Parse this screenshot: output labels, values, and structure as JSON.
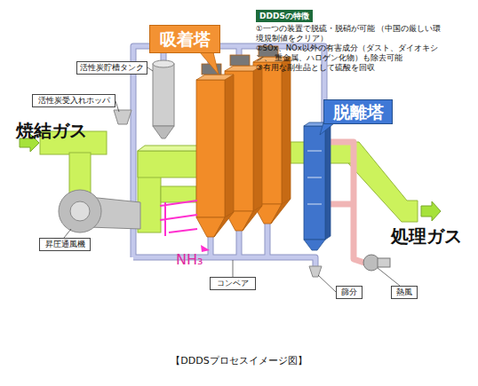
{
  "diagram": {
    "caption": "【DDDSプロセスイメージ図】",
    "nodes": [
      {
        "text": [
          "DDDSの特徴",
          "①一つの装置で脱硫・脱硝が可能 （中国の厳しい環境規制値をクリア）",
          "②SOx、NOx以外の有害成分（ダスト、ダイオキシン、 重金属、ハロゲン化物）も除去可能",
          "③有用な副生品として硫酸を回収"
        ]
      },
      {
        "text": [
          "吸着塔"
        ]
      },
      {
        "text": [
          "活性炭貯槽タンク"
        ]
      },
      {
        "text": [
          "活性炭受入れホッパ"
        ]
      },
      {
        "text": [
          "脱離塔"
        ]
      },
      {
        "text": [
          "昇圧通風機"
        ]
      },
      {
        "text": [
          "コンベア"
        ]
      },
      {
        "text": [
          "篩分"
        ]
      },
      {
        "text": [
          "熱風"
        ]
      }
    ],
    "labels": [
      "焼結ガス",
      "NH₃",
      "処理ガス"
    ]
  }
}
